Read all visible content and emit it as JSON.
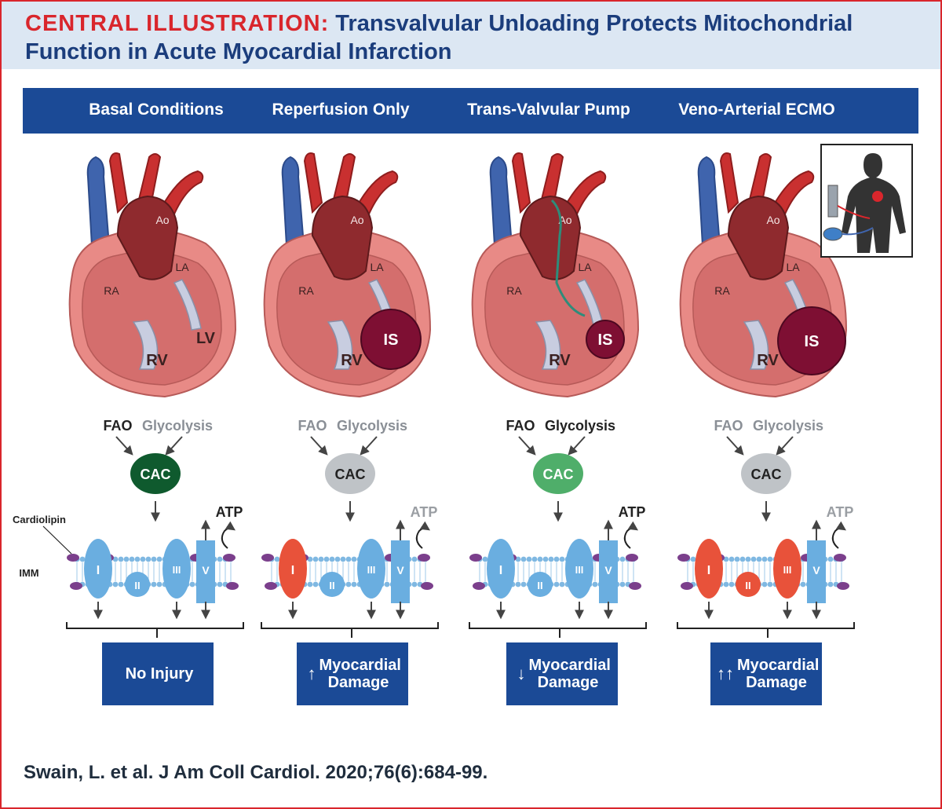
{
  "header": {
    "label": "CENTRAL ILLUSTRATION:",
    "title_line1": "Transvalvular Unloading Protects Mitochondrial",
    "title_line2": "Function in Acute Myocardial Infarction"
  },
  "columns": [
    {
      "title": "Basal Conditions",
      "ventricle_label": "LV",
      "infarct_label": "",
      "cac_color": "#0f5a2e",
      "fao_color": "#222222",
      "glycolysis_color": "#8a8f96",
      "atp_color": "#222222",
      "complex_i_color": "#6aaee0",
      "complex_ii_color": "#6aaee0",
      "complex_iii_color": "#6aaee0",
      "outcome_arrows": "",
      "outcome_text": "No Injury"
    },
    {
      "title": "Reperfusion Only",
      "ventricle_label": "",
      "infarct_label": "IS",
      "cac_color": "#bfc3c7",
      "fao_color": "#8a8f96",
      "glycolysis_color": "#8a8f96",
      "atp_color": "#9a9ea3",
      "complex_i_color": "#e8523a",
      "complex_ii_color": "#6aaee0",
      "complex_iii_color": "#6aaee0",
      "outcome_arrows": "↑",
      "outcome_text": "Myocardial Damage"
    },
    {
      "title": "Trans-Valvular Pump",
      "ventricle_label": "",
      "infarct_label": "IS",
      "cac_color": "#4fae6a",
      "fao_color": "#222222",
      "glycolysis_color": "#222222",
      "atp_color": "#222222",
      "complex_i_color": "#6aaee0",
      "complex_ii_color": "#6aaee0",
      "complex_iii_color": "#6aaee0",
      "outcome_arrows": "↓",
      "outcome_text": "Myocardial Damage"
    },
    {
      "title": "Veno-Arterial ECMO",
      "ventricle_label": "",
      "infarct_label": "IS",
      "cac_color": "#bfc3c7",
      "fao_color": "#8a8f96",
      "glycolysis_color": "#8a8f96",
      "atp_color": "#9a9ea3",
      "complex_i_color": "#e8523a",
      "complex_ii_color": "#e8523a",
      "complex_iii_color": "#e8523a",
      "outcome_arrows": "↑↑",
      "outcome_text": "Myocardial Damage"
    }
  ],
  "labels": {
    "ao": "Ao",
    "la": "LA",
    "ra": "RA",
    "rv": "RV",
    "fao": "FAO",
    "glycolysis": "Glycolysis",
    "cac": "CAC",
    "atp": "ATP",
    "cardiolipin": "Cardiolipin",
    "imm": "IMM",
    "complex_i": "I",
    "complex_ii": "II",
    "complex_iii": "III",
    "complex_v": "V"
  },
  "citation": "Swain, L. et al. J Am Coll Cardiol. 2020;76(6):684-99."
}
